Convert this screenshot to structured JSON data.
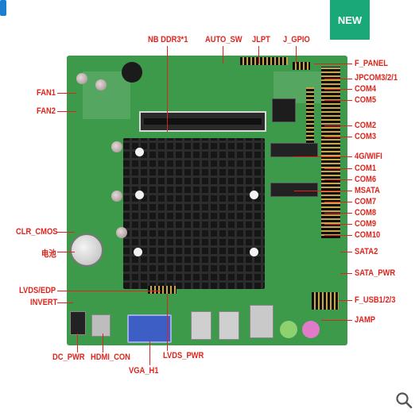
{
  "badge": {
    "text": "NEW",
    "color": "#19a979"
  },
  "labels": {
    "nb_ddr3": "NB DDR3*1",
    "auto_sw": "AUTO_SW",
    "jlpt": "JLPT",
    "j_gpio": "J_GPIO",
    "f_panel": "F_PANEL",
    "jpcom": "JPCOM3/2/1",
    "com4": "COM4",
    "com5": "COM5",
    "fan1": "FAN1",
    "fan2": "FAN2",
    "com2": "COM2",
    "com3": "COM3",
    "wifi": "4G/WIFI",
    "com1": "COM1",
    "com6": "COM6",
    "msata": "MSATA",
    "com7": "COM7",
    "com8": "COM8",
    "com9": "COM9",
    "com10": "COM10",
    "clr_cmos": "CLR_CMOS",
    "battery": "电池",
    "sata2": "SATA2",
    "sata_pwr": "SATA_PWR",
    "lvds_edp": "LVDS/EDP",
    "invert": "INVERT",
    "f_usb": "F_USB1/2/3",
    "jamp": "JAMP",
    "dc_pwr": "DC_PWR",
    "hdmi_con": "HDMI_CON",
    "lvds_pwr": "LVDS_PWR",
    "vga_h1": "VGA_H1"
  },
  "colors": {
    "label": "#e0231b",
    "pcb": "#3e9a4b",
    "heatsink": "#161616"
  },
  "icons": {
    "zoom": "magnifier-icon"
  }
}
